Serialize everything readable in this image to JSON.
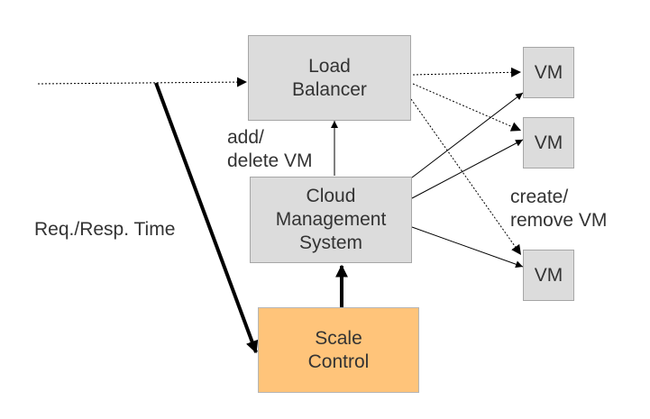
{
  "nodes": {
    "load_balancer": "Load\nBalancer",
    "cloud_management": "Cloud\nManagement\nSystem",
    "scale_control": "Scale\nControl",
    "vm_1": "VM",
    "vm_2": "VM",
    "vm_3": "VM"
  },
  "labels": {
    "add_delete_vm": "add/\ndelete VM",
    "create_remove_vm": "create/\nremove VM",
    "req_resp_time": "Req./Resp. Time"
  },
  "colors": {
    "box_fill": "#dcdcdc",
    "box_border": "#a6a6a6",
    "scale_control_fill": "#ffc47a",
    "text": "#333333",
    "arrow": "#000000"
  }
}
